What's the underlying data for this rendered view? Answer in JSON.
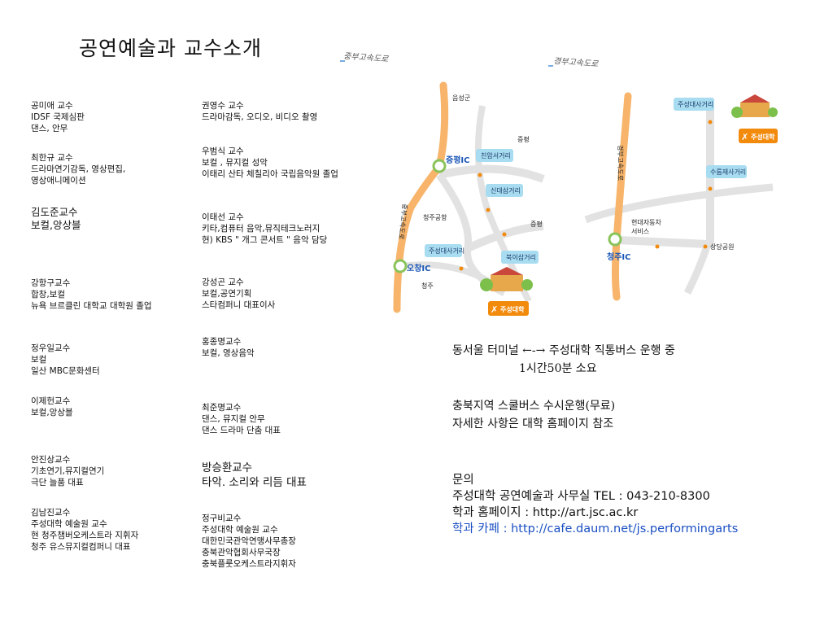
{
  "title": "공연예술과 교수소개",
  "professors_left": [
    {
      "lines": [
        "공미애 교수",
        "IDSF 국제심판",
        "댄스,  안무"
      ]
    },
    {
      "lines": [
        "최한규 교수",
        "드라마연기감독,  영상편집,",
        "영상애니메이션"
      ]
    },
    {
      "lines": [
        "김도준교수",
        "보컬,앙상블"
      ]
    },
    {
      "lines": [
        "강항구교수",
        "합창,보컬",
        "뉴욕 브르클린 대학교  대학원 졸업"
      ]
    },
    {
      "lines": [
        "정우일교수",
        "보컬",
        "일산 MBC문화센터"
      ]
    },
    {
      "lines": [
        "이제헌교수",
        "보컬,앙상블"
      ]
    },
    {
      "lines": [
        "안진상교수",
        "기초연기,뮤지컬연기",
        "극단 늘품 대표"
      ]
    },
    {
      "lines": [
        "김남진교수",
        "주성대학 예술원 교수",
        "현 청주챔버오케스트라 지휘자",
        "청주 유스뮤지컬컴퍼니 대표"
      ]
    }
  ],
  "professors_right": [
    {
      "lines": [
        "권영수 교수",
        "드라마감독, 오디오, 비디오 촬영"
      ]
    },
    {
      "lines": [
        "우범식 교수",
        "보컬 , 뮤지컬 성악",
        "이태리 산타 체칠리아 국립음악원 졸업"
      ]
    },
    {
      "lines": [
        "이태선 교수",
        "키타,컴퓨터 음악,뮤직테크노러지",
        "현) KBS \" 개그 콘서트 \" 음악 담당"
      ]
    },
    {
      "lines": [
        "강성곤 교수",
        "보컬,공연기획",
        "스타컴퍼니 대표이사"
      ]
    },
    {
      "lines": [
        "홍종명교수",
        "보컬, 영상음악"
      ]
    },
    {
      "lines": [
        "최준명교수",
        "댄스, 뮤지컬 안무",
        "댄스 드라마 단춤 대표"
      ]
    },
    {
      "lines": [
        "방승환교수",
        "타악. 소리와 리듬 대표"
      ]
    },
    {
      "lines": [
        "정구비교수",
        "주성대학 예술원 교수",
        "대한민국관악연맹사무총장",
        "충북관악협회사무국장",
        "충북플룻오케스트라지휘자"
      ]
    }
  ],
  "map_left": {
    "note": "중부고속도로",
    "town_top": "음성군",
    "town_right1": "증평",
    "town_right2": "증평",
    "town_bottom": "청주",
    "park": "청주공항",
    "highway": "중부고속도로",
    "ic1": "증평IC",
    "ic2": "오창IC",
    "badges": [
      "친암서거리",
      "신대삼거리",
      "주성대사거리",
      "북이삼거리"
    ],
    "univ": "주성대학"
  },
  "map_right": {
    "note": "경부고속도로",
    "highway": "경부고속도로",
    "ic": "청주IC",
    "badges": [
      "주성대사거리",
      "수름재사거리"
    ],
    "lbl1a": "현대자동차",
    "lbl1b": "서비스",
    "lbl2": "상당공원",
    "univ": "주성대학"
  },
  "bus": {
    "line1": "동서울 터미널 ←-→ 주성대학 직통버스 운행 중",
    "line2": "1시간50분 소요",
    "line3": "충북지역  스쿨버스 수시운행(무료)",
    "line4": "자세한 사항은 대학 홈페이지 참조"
  },
  "contact": {
    "label": "문의",
    "office": "주성대학 공연예술과 사무실 TEL : 043-210-8300",
    "homepage_label": "학과 홈페이지 : ",
    "homepage_url": "http://art.jsc.ac.kr",
    "cafe_label": "학과 카페 : ",
    "cafe_url": "http://cafe.daum.net/js.performingarts"
  },
  "colors": {
    "highway": "#f7b46a",
    "road": "#e2e2e2",
    "badge": "#a8dcf0",
    "ic_ring": "#8ac35a",
    "univ_badge": "#f28a0c",
    "link": "#1a4fc2"
  }
}
